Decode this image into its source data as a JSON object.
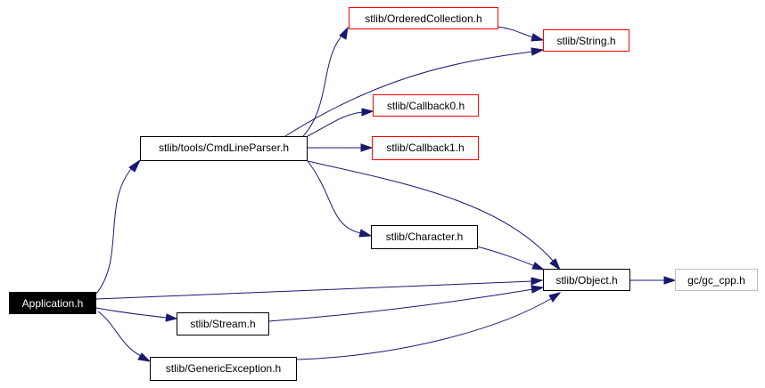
{
  "nodes": {
    "application": "Application.h",
    "cmdlineparser": "stlib/tools/CmdLineParser.h",
    "orderedcollection": "stlib/OrderedCollection.h",
    "string": "stlib/String.h",
    "callback0": "stlib/Callback0.h",
    "callback1": "stlib/Callback1.h",
    "character": "stlib/Character.h",
    "object": "stlib/Object.h",
    "gc_cpp": "gc/gc_cpp.h",
    "stream": "stlib/Stream.h",
    "genericexception": "stlib/GenericException.h"
  },
  "colors": {
    "edge": "#191970",
    "root_fill": "#000000",
    "missing_border": "#ff0000",
    "external_border": "#bfbfbf"
  },
  "edges": [
    [
      "application",
      "cmdlineparser"
    ],
    [
      "application",
      "object"
    ],
    [
      "application",
      "stream"
    ],
    [
      "application",
      "genericexception"
    ],
    [
      "cmdlineparser",
      "orderedcollection"
    ],
    [
      "cmdlineparser",
      "string"
    ],
    [
      "cmdlineparser",
      "callback0"
    ],
    [
      "cmdlineparser",
      "callback1"
    ],
    [
      "cmdlineparser",
      "character"
    ],
    [
      "cmdlineparser",
      "object"
    ],
    [
      "orderedcollection",
      "string"
    ],
    [
      "character",
      "object"
    ],
    [
      "stream",
      "object"
    ],
    [
      "genericexception",
      "object"
    ],
    [
      "object",
      "gc_cpp"
    ]
  ]
}
